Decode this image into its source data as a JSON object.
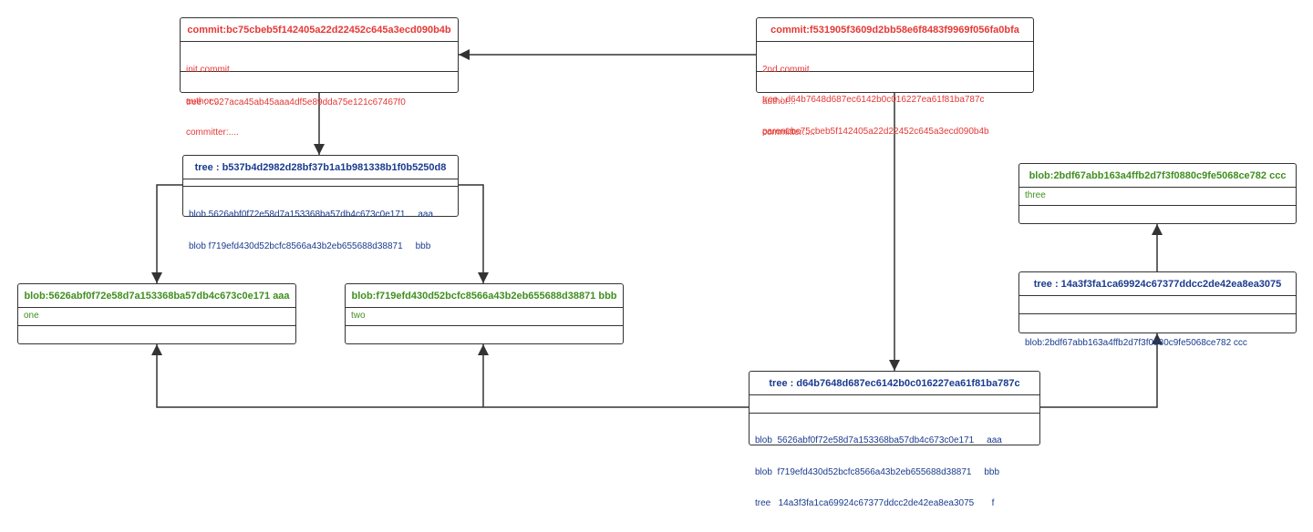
{
  "colors": {
    "commit": "#e53935",
    "tree": "#1a3b8f",
    "blob": "#3f8f1f",
    "edge": "#333333"
  },
  "nodes": {
    "commit1": {
      "title": "commit:bc75cbeb5f142405a22d22452c645a3ecd090b4b",
      "info": [
        "init commit",
        "author:..",
        "committer:...."
      ],
      "refs": [
        "tree : c927aca45ab45aaa4df5e89dda75e121c67467f0"
      ]
    },
    "commit2": {
      "title": "commit:f531905f3609d2bb58e6f8483f9969f056fa0bfa",
      "info": [
        "2nd commit",
        "author:..",
        "committer:...."
      ],
      "refs": [
        "tree : d64b7648d687ec6142b0c016227ea61f81ba787c",
        "parent:bc75cbeb5f142405a22d22452c645a3ecd090b4b"
      ]
    },
    "tree1": {
      "title": "tree : b537b4d2982d28bf37b1a1b981338b1f0b5250d8",
      "entries": [
        "blob 5626abf0f72e58d7a153368ba57db4c673c0e171     aaa",
        "blob f719efd430d52bcfc8566a43b2eb655688d38871     bbb"
      ]
    },
    "blob_aaa": {
      "title": "blob:5626abf0f72e58d7a153368ba57db4c673c0e171 aaa",
      "content": "one"
    },
    "blob_bbb": {
      "title": "blob:f719efd430d52bcfc8566a43b2eb655688d38871 bbb",
      "content": "two"
    },
    "blob_ccc": {
      "title": "blob:2bdf67abb163a4ffb2d7f3f0880c9fe5068ce782 ccc",
      "content": "three"
    },
    "tree_f": {
      "title": "tree : 14a3f3fa1ca69924c67377ddcc2de42ea8ea3075",
      "entries": [
        "blob:2bdf67abb163a4ffb2d7f3f0880c9fe5068ce782 ccc"
      ]
    },
    "tree2": {
      "title": "tree : d64b7648d687ec6142b0c016227ea61f81ba787c",
      "entries": [
        "blob  5626abf0f72e58d7a153368ba57db4c673c0e171     aaa",
        "blob  f719efd430d52bcfc8566a43b2eb655688d38871     bbb",
        "tree   14a3f3fa1ca69924c67377ddcc2de42ea8ea3075       f"
      ]
    }
  }
}
